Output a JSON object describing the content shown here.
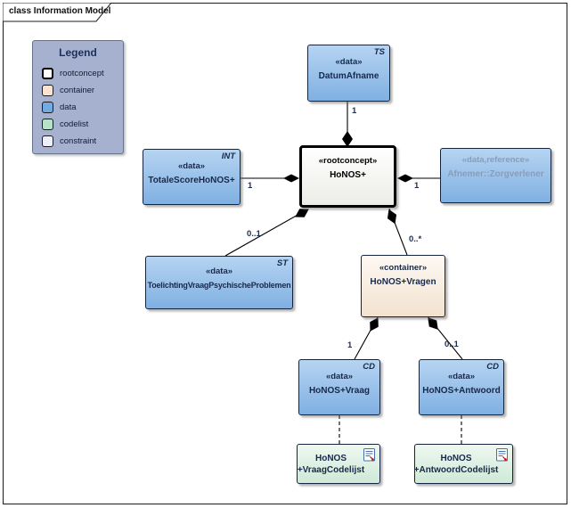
{
  "frame": {
    "title": "class Information Model"
  },
  "legend": {
    "title": "Legend",
    "items": [
      {
        "label": "rootconcept"
      },
      {
        "label": "container"
      },
      {
        "label": "data"
      },
      {
        "label": "codelist"
      },
      {
        "label": "constraint"
      }
    ]
  },
  "colors": {
    "rootconcept": "#ffffff",
    "container": "#f8e4d0",
    "data": "#72abe3",
    "codelist": "#b8e2c8",
    "constraint": "#edeffc",
    "legend_bg": "#a5b1cf",
    "connector": "#000000",
    "node_border": "#16233f"
  },
  "nodes": {
    "datumafname": {
      "stereotype": "«data»",
      "name": "DatumAfname",
      "tag": "TS"
    },
    "honos": {
      "stereotype": "«rootconcept»",
      "name": "HoNOS+"
    },
    "totalescore": {
      "stereotype": "«data»",
      "name": "TotaleScoreHoNOS+",
      "tag": "INT"
    },
    "afnemer": {
      "stereotype": "«data,reference»",
      "name": "Afnemer::Zorgverlener"
    },
    "toelichting": {
      "stereotype": "«data»",
      "name": "ToelichtingVraagPsychischeProblemen",
      "tag": "ST"
    },
    "vragen": {
      "stereotype": "«container»",
      "name": "HoNOS+Vragen"
    },
    "vraag": {
      "stereotype": "«data»",
      "name": "HoNOS+Vraag",
      "tag": "CD"
    },
    "antwoord": {
      "stereotype": "«data»",
      "name": "HoNOS+Antwoord",
      "tag": "CD"
    },
    "vraagcodelijst": {
      "line1": "HoNOS",
      "line2": "+VraagCodelijst"
    },
    "antwoordcodelijst": {
      "line1": "HoNOS",
      "line2": "+AntwoordCodelijst"
    }
  },
  "multiplicities": {
    "datumafname": "1",
    "totalescore": "1",
    "afnemer": "1",
    "toelichting": "0..1",
    "vragen": "0..*",
    "vraag": "1",
    "antwoord": "0..1"
  }
}
